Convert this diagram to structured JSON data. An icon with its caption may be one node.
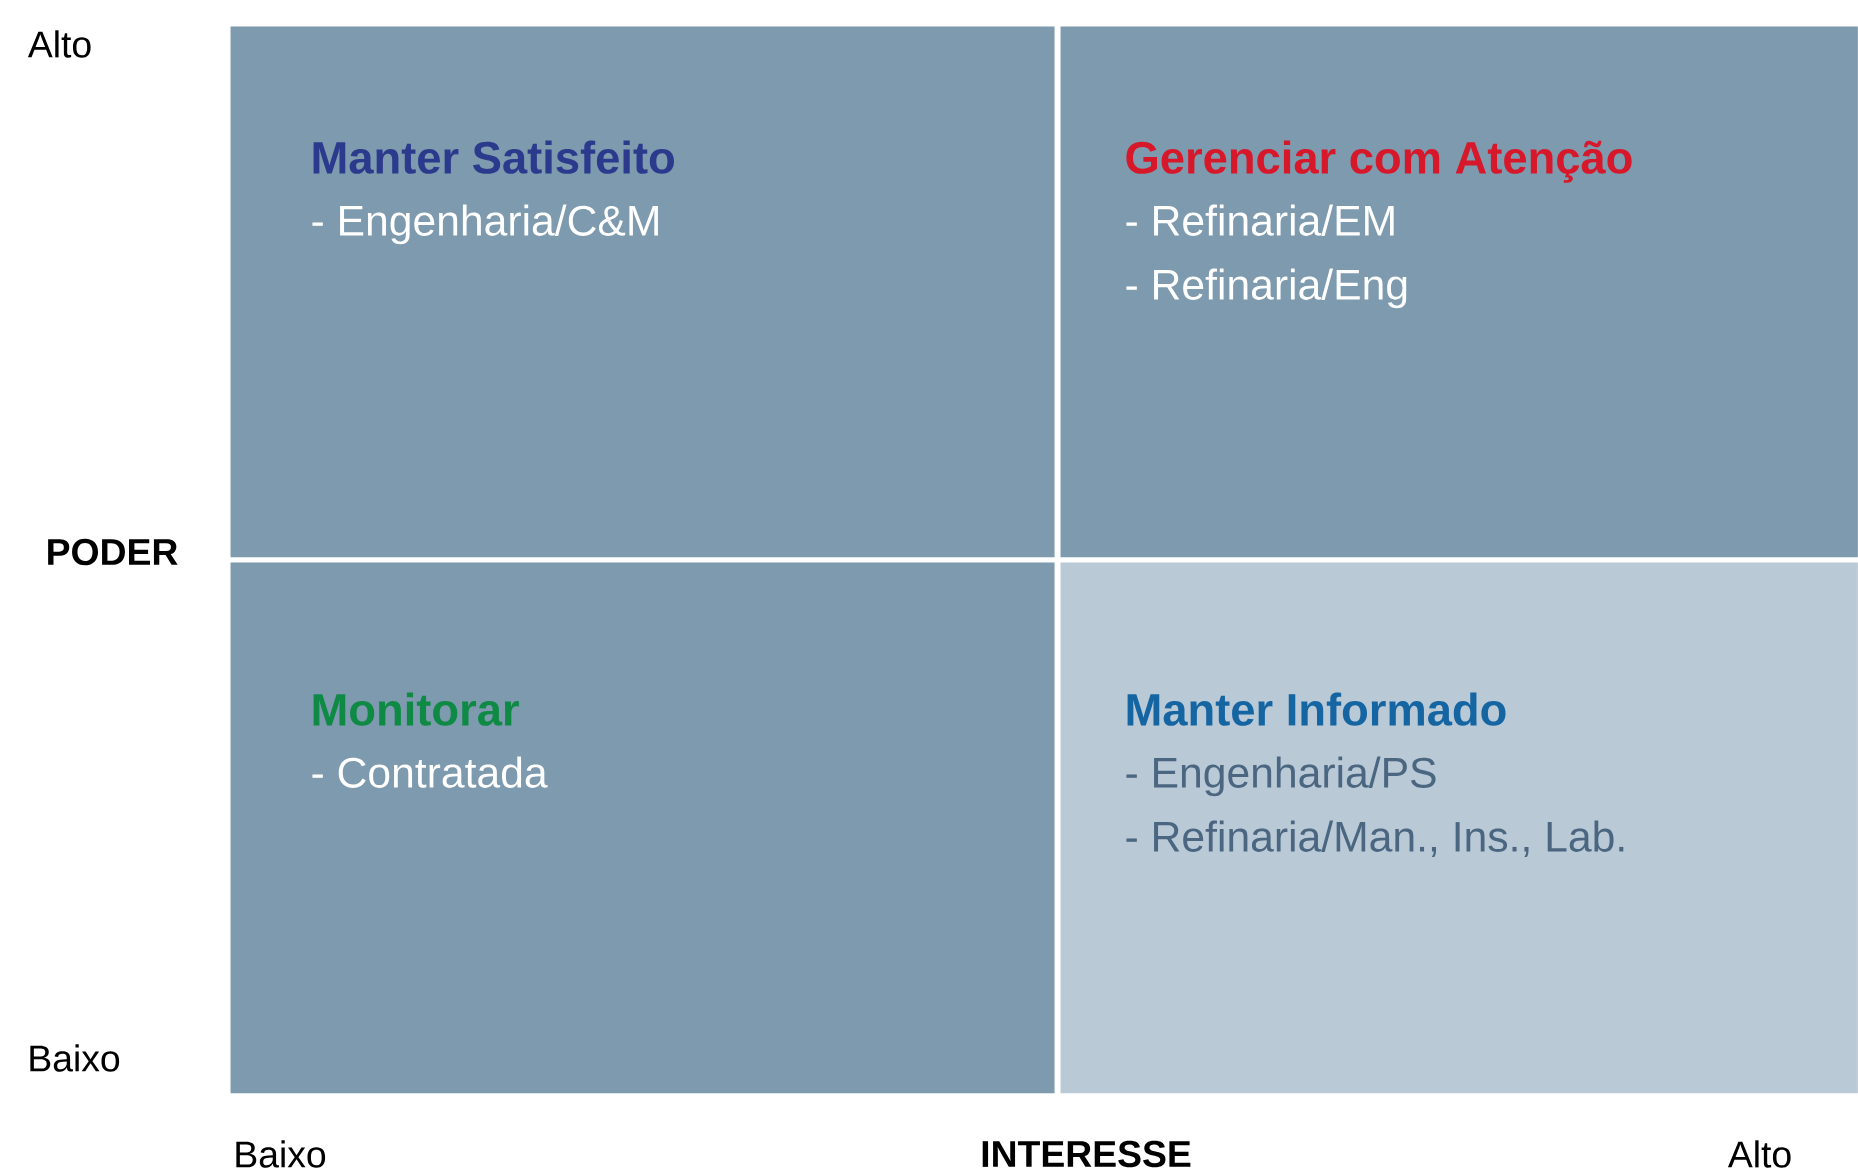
{
  "diagram": {
    "nodes": [
      {
        "text": [
          "Manter Satisfeito",
          "- Engenharia/C&M"
        ]
      },
      {
        "text": [
          "Gerenciar com Atenção",
          "- Refinaria/EM",
          "- Refinaria/Eng"
        ]
      },
      {
        "text": [
          "Monitorar",
          "- Contratada"
        ]
      },
      {
        "text": [
          "Manter Informado",
          "- Engenharia/PS",
          "- Refinaria/Man., Ins., Lab."
        ]
      }
    ],
    "labels": [
      "Alto",
      "PODER",
      "Baixo",
      "Baixo",
      "INTERESSE",
      "Alto"
    ]
  }
}
